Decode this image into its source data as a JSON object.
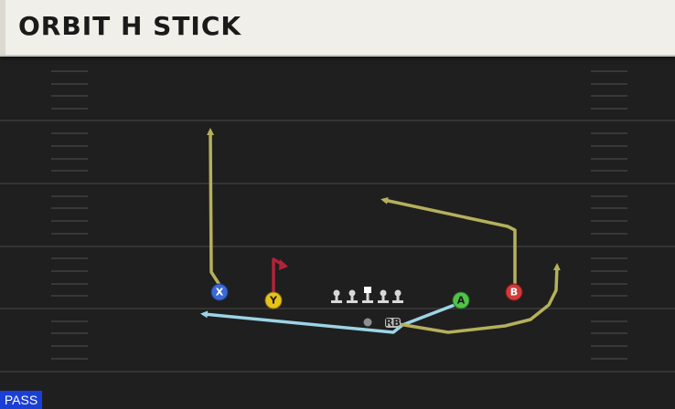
{
  "play": {
    "title": "ORBIT H STICK",
    "formation_type": "PASS"
  },
  "players": {
    "x": {
      "label": "X",
      "color": "#3a6ad4",
      "route_color": "#b5b05c"
    },
    "y": {
      "label": "Y",
      "color": "#e7c21c",
      "route_color": "#b0243a"
    },
    "a": {
      "label": "A",
      "color": "#52c24a",
      "route_color": "#9cd4e6"
    },
    "b": {
      "label": "B",
      "color": "#d23a3a",
      "route_color": "#b5b05c"
    },
    "rb": {
      "label": "RB",
      "color": "#bbbbbb"
    }
  },
  "colors": {
    "field": "#1f1f1f",
    "yard_line": "#3b3b3b",
    "hash": "#383838",
    "lineman": "#d8d8d8",
    "motion_route": "#9cd4e6",
    "yellow_route": "#b5b05c"
  }
}
